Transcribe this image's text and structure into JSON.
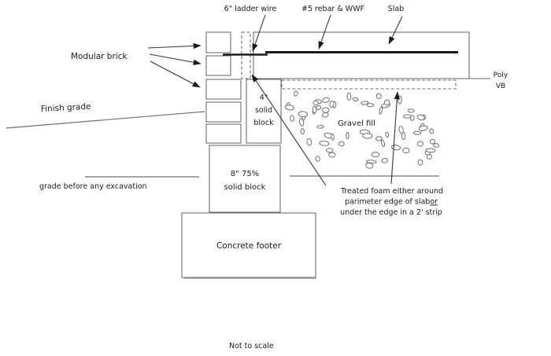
{
  "diagram": {
    "top_labels": {
      "ladder_wire": "6\" ladder wire",
      "rebar": "#5 rebar & WWF",
      "slab": "Slab"
    },
    "left_labels": {
      "modular_brick": "Modular brick",
      "finish_grade": "Finish grade",
      "grade_before_excavation": "grade before any excavation"
    },
    "right_labels": {
      "poly_line1": "Poly",
      "poly_line2": "VB"
    },
    "blocks": {
      "block4": [
        "4\"",
        "solid",
        "block"
      ],
      "block8": [
        "8\" 75%",
        "solid block"
      ],
      "footer": "Concrete footer",
      "gravel": "Gravel fill"
    },
    "note": {
      "line1": "Treated foam either around",
      "line2_prefix": "parimeter edge of slab",
      "line2_underlined": "or",
      "line3": "under the edge in a 2' strip"
    },
    "footnote": "Not to scale"
  },
  "colors": {
    "background": "#ffffff",
    "line": "#6e6e6e",
    "ink": "#1a1a1a"
  }
}
